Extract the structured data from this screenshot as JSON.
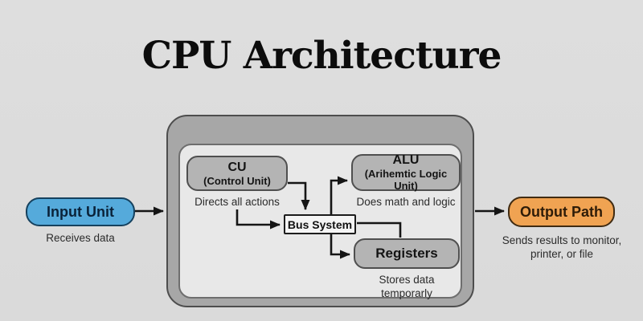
{
  "title": "CPU Architecture",
  "input_unit": {
    "label": "Input Unit",
    "caption": "Receives data"
  },
  "output_path": {
    "label": "Output Path",
    "caption": "Sends results to monitor,\nprinter, or file"
  },
  "cpu": {
    "cu": {
      "label": "CU",
      "sublabel": "(Control Unit)",
      "caption": "Directs all actions"
    },
    "alu": {
      "label": "ALU",
      "sublabel": "(Arihemtic Logic Unit)",
      "caption": "Does math and logic"
    },
    "bus": {
      "label": "Bus System"
    },
    "registers": {
      "label": "Registers",
      "caption": "Stores data\ntemporarly"
    }
  },
  "colors": {
    "background": "#dcdcdc",
    "cpu_outer_fill": "#a7a7a7",
    "cpu_inner_fill": "#e8e8e8",
    "unit_fill": "#b4b4b4",
    "unit_border": "#4f4f4f",
    "bus_fill": "#f5f5f5",
    "input_fill": "#55aadb",
    "input_border": "#15415e",
    "output_fill": "#f0a352",
    "output_border": "#402b12",
    "arrow": "#151515"
  }
}
